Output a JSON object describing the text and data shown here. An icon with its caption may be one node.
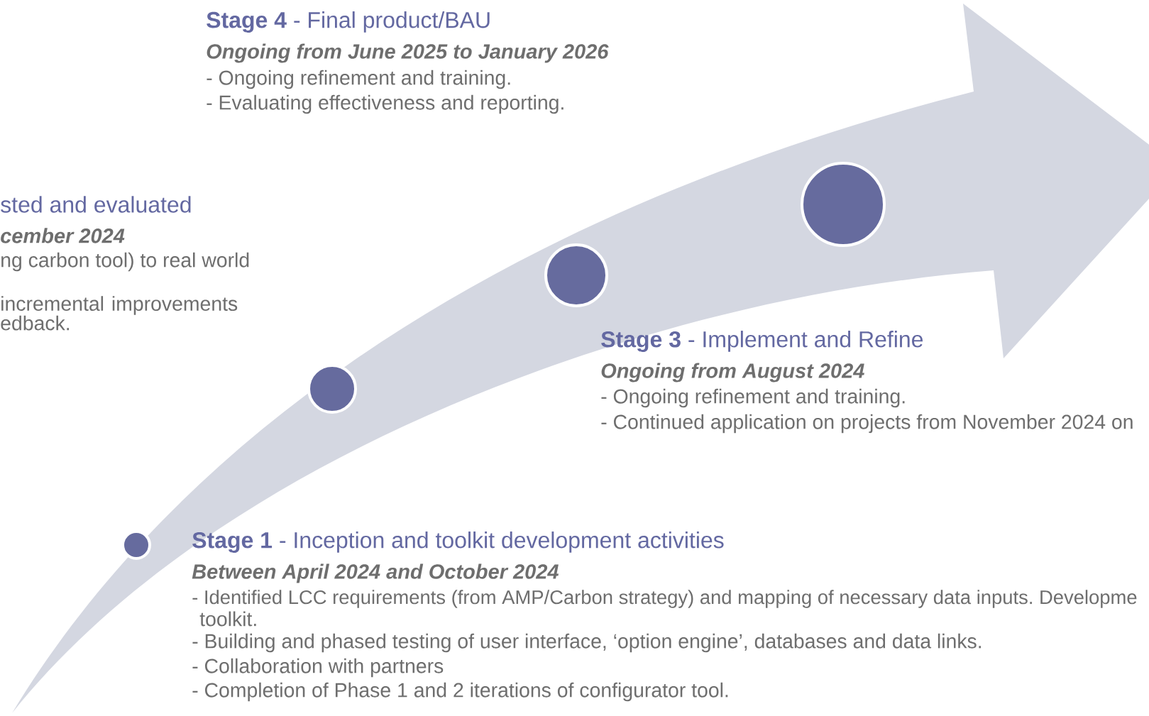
{
  "diagram": {
    "nodes": [
      {
        "text": [],
        "shape": "circle",
        "beside": [
          "**Stage 1** - Inception and toolkit development activities",
          "Between April 2024 and October 2024",
          "- Identified LCC requirements (from AMP/Carbon strategy) and mapping of necessary data inputs. Developme",
          "toolkit.",
          "- Building and phased testing of user interface, ‘option engine’, databases and data  links.",
          "- Collaboration with partners",
          "- Completion of Phase 1 and 2 iterations of configurator tool."
        ]
      },
      {
        "text": [],
        "shape": "circle",
        "beside": [
          "sted and evaluated",
          "cember 2024",
          "ng carbon tool) to real world",
          "incremental improvements edback."
        ]
      },
      {
        "text": [],
        "shape": "circle",
        "beside": [
          "**Stage 3** - Implement and Refine",
          "Ongoing from August 2024",
          "- Ongoing refinement and training.",
          "- Continued application on projects from November 2024 on"
        ]
      },
      {
        "text": [],
        "shape": "circle",
        "beside": [
          "**Stage 4** - Final product/BAU",
          "Ongoing from June 2025 to January 2026",
          "- Ongoing refinement and training.",
          "- Evaluating effectiveness and reporting."
        ]
      }
    ]
  }
}
